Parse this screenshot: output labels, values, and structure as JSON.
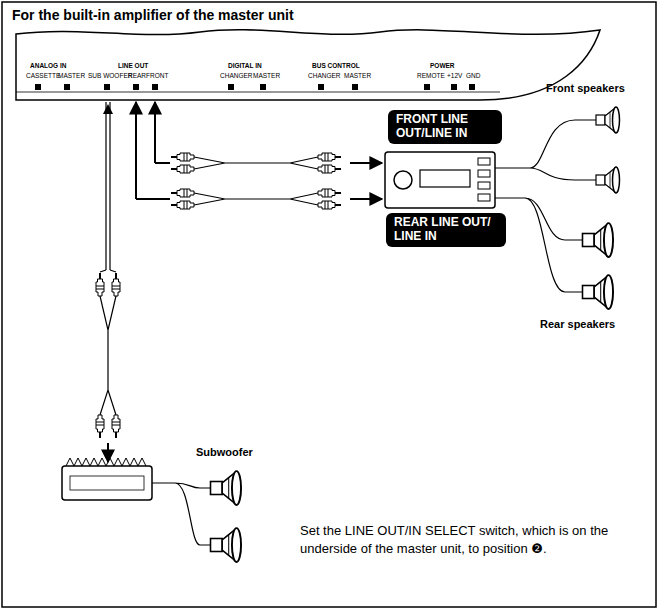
{
  "diagram": {
    "title": "For the built-in amplifier of the master unit",
    "nodes": [
      {
        "text": [
          "FRONT LINE OUT/LINE IN"
        ]
      },
      {
        "text": [
          "REAR LINE OUT/ LINE IN"
        ]
      }
    ],
    "labels": [
      "ANALOG IN",
      "CASSETTE",
      "MASTER",
      "LINE OUT",
      "SUB WOOFER",
      "REAR",
      "FRONT",
      "DIGITAL IN",
      "CHANGER",
      "MASTER",
      "BUS CONTROL",
      "CHANGER",
      "MASTER",
      "POWER",
      "REMOTE",
      "+12V",
      "GND",
      "Front speakers",
      "Rear speakers",
      "Subwoofer",
      "Set the LINE OUT/IN SELECT switch, which is on the underside of the master unit, to position ❷."
    ]
  }
}
